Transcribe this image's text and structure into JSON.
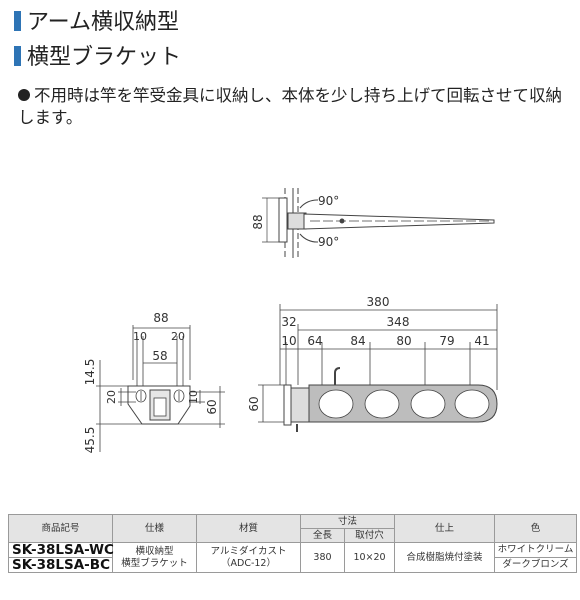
{
  "headings": {
    "h1": "アーム横収納型",
    "h2": "横型ブラケット"
  },
  "description": "不用時は竿を竿受金具に収納し、本体を少し持ち上げて回転させて収納します。",
  "colors": {
    "accent": "#2e74b5",
    "header_bg": "#e4e4e4"
  },
  "top_diagram": {
    "angle_top": "90°",
    "angle_bottom": "90°",
    "height": "88"
  },
  "front_view": {
    "width": "88",
    "left_offset": "10",
    "right_offset": "20",
    "inner_width": "58",
    "top_height": "14.5",
    "slot_height": "20",
    "slot_offset": "10",
    "body_height": "60",
    "bottom_height": "45.5"
  },
  "side_view": {
    "total_length": "380",
    "bracket_length": "32",
    "arm_length": "348",
    "segments": [
      "10",
      "64",
      "84",
      "80",
      "79",
      "41"
    ],
    "height": "60"
  },
  "table": {
    "headers": {
      "model": "商品記号",
      "spec": "仕様",
      "material": "材質",
      "dimensions": "寸法",
      "finish": "仕上",
      "color": "色"
    },
    "sub_headers": {
      "length": "全長",
      "mount_hole": "取付穴"
    },
    "rows": [
      {
        "model": "SK-38LSA-WC",
        "color": "ホワイトクリーム"
      },
      {
        "model": "SK-38LSA-BC",
        "color": "ダークブロンズ"
      }
    ],
    "spec_line1": "横収納型",
    "spec_line2": "横型ブラケット",
    "material_line1": "アルミダイカスト",
    "material_line2": "（ADC-12）",
    "length": "380",
    "mount_hole": "10×20",
    "finish": "合成樹脂焼付塗装"
  }
}
